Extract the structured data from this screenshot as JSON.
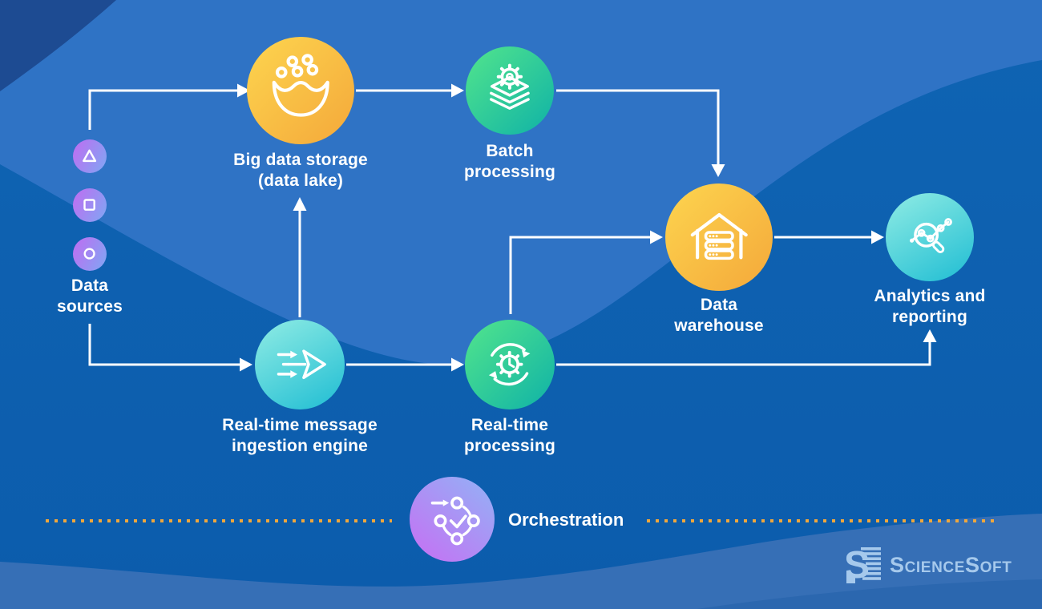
{
  "background": {
    "base": "#0d60b0",
    "band_light": "#2f73c5",
    "band_bottom": "#366fb6",
    "corner_dark": "#1d4b92"
  },
  "accents": {
    "node_yellow": [
      "#fdd54f",
      "#f4a83a"
    ],
    "node_green": [
      "#52e58c",
      "#0fb2a7"
    ],
    "node_cyan": [
      "#90ece4",
      "#1fbdd3"
    ],
    "node_purple": [
      "#c06cf2",
      "#7fa7f3"
    ],
    "arrow": "#ffffff",
    "divider_dotted": "#efa73d",
    "label_text": "#ffffff",
    "logo_color": "#a6c9ec"
  },
  "nodes": [
    {
      "id": "data-sources",
      "label": "Data\nsources",
      "icons": [
        "triangle",
        "square",
        "circle"
      ]
    },
    {
      "id": "big-data-storage",
      "label": "Big data storage\n(data lake)",
      "icon": "data-lake-icon",
      "color": "yellow"
    },
    {
      "id": "batch-processing",
      "label": "Batch\nprocessing",
      "icon": "gear-layers-icon",
      "color": "green"
    },
    {
      "id": "realtime-ingestion",
      "label": "Real-time message\ningestion engine",
      "icon": "merge-arrows-icon",
      "color": "cyan"
    },
    {
      "id": "realtime-processing",
      "label": "Real-time\nprocessing",
      "icon": "gear-clock-cycle-icon",
      "color": "green"
    },
    {
      "id": "data-warehouse",
      "label": "Data\nwarehouse",
      "icon": "warehouse-servers-icon",
      "color": "yellow"
    },
    {
      "id": "analytics-reporting",
      "label": "Analytics and\nreporting",
      "icon": "magnifier-chart-icon",
      "color": "cyan"
    },
    {
      "id": "orchestration",
      "label": "Orchestration",
      "icon": "orchestration-icon",
      "color": "purple"
    }
  ],
  "connectors": [
    {
      "from": "data-sources",
      "to": "big-data-storage"
    },
    {
      "from": "data-sources",
      "to": "realtime-ingestion"
    },
    {
      "from": "realtime-ingestion",
      "to": "big-data-storage"
    },
    {
      "from": "big-data-storage",
      "to": "batch-processing"
    },
    {
      "from": "batch-processing",
      "to": "data-warehouse"
    },
    {
      "from": "realtime-ingestion",
      "to": "realtime-processing"
    },
    {
      "from": "realtime-processing",
      "to": "data-warehouse"
    },
    {
      "from": "data-warehouse",
      "to": "analytics-reporting"
    },
    {
      "from": "realtime-processing",
      "to": "analytics-reporting"
    }
  ],
  "logo": {
    "text": "ScienceSoft",
    "mark": "S"
  }
}
